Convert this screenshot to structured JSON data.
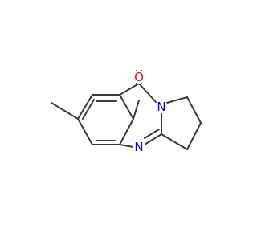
{
  "molecule": {
    "colors": {
      "bond": "#3a3a3a",
      "oxygen": "#ff0000",
      "nitrogen": "#0000ff"
    },
    "atoms": [
      {
        "id": "O",
        "label": "O",
        "element": "oxygen"
      },
      {
        "id": "N_top",
        "label": "N",
        "element": "nitrogen"
      },
      {
        "id": "N_bottom",
        "label": "N",
        "element": "nitrogen"
      }
    ]
  }
}
